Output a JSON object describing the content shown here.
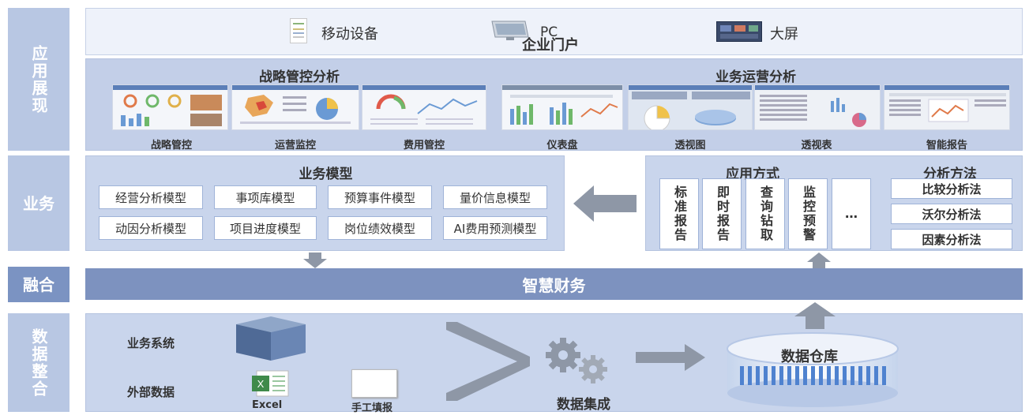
{
  "layers": {
    "app": "应用展现",
    "business": "业务",
    "fusion": "融合",
    "data": "数据整合"
  },
  "portal": {
    "mobile": "移动设备",
    "pc": "PC",
    "portal_name": "企业门户",
    "bigscreen": "大屏"
  },
  "analysis": {
    "strategic_title": "战略管控分析",
    "operation_title": "业务运营分析",
    "thumbs": [
      "战略管控",
      "运营监控",
      "费用管控",
      "仪表盘",
      "透视图",
      "透视表",
      "智能报告"
    ]
  },
  "business_model": {
    "title": "业务模型",
    "models": [
      "经营分析模型",
      "事项库模型",
      "预算事件模型",
      "量价信息模型",
      "动因分析模型",
      "项目进度模型",
      "岗位绩效模型",
      "AI费用预测模型"
    ]
  },
  "application": {
    "title": "应用方式",
    "ways": [
      "标准报告",
      "即时报告",
      "查询钻取",
      "监控预警",
      "…"
    ],
    "method_title": "分析方法",
    "methods": [
      "比较分析法",
      "沃尔分析法",
      "因素分析法"
    ]
  },
  "fusion_bar": "智慧财务",
  "data_integration": {
    "business_system": "业务系统",
    "external_data": "外部数据",
    "excel": "Excel",
    "manual": "手工填报",
    "integration": "数据集成",
    "warehouse": "数据仓库"
  }
}
